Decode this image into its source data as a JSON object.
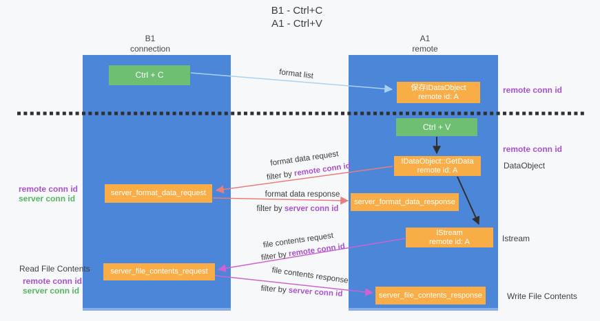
{
  "title": {
    "line1": "B1 - Ctrl+C",
    "line2": "A1 - Ctrl+V"
  },
  "lanes": {
    "left": {
      "name": "B1",
      "role": "connection"
    },
    "right": {
      "name": "A1",
      "role": "remote"
    }
  },
  "nodes": {
    "ctrl_c": "Ctrl + C",
    "ctrl_v": "Ctrl + V",
    "save_dataobject": {
      "title": "保存IDataObject",
      "subtitle": "remote id: A"
    },
    "getdata": {
      "title": "IDataObject::GetData",
      "subtitle": "remote id: A"
    },
    "istream": {
      "title": "IStream",
      "subtitle": "remote id: A"
    },
    "server_format_data_request": "server_format_data_request",
    "server_format_data_response": "server_format_data_response",
    "server_file_contents_request": "server_file_contents_request",
    "server_file_contents_response": "server_file_contents_response"
  },
  "flow_labels": {
    "format_list": "format list",
    "format_data_request": "format data request",
    "format_data_response": "format data response",
    "file_contents_request": "file contents request",
    "file_contents_response": "file contents response",
    "filter_prefix": "filter by ",
    "remote_conn_id": "remote conn id",
    "server_conn_id": "server conn id"
  },
  "annotations": {
    "right_remote_conn_id_1": "remote conn id",
    "right_remote_conn_id_2": "remote conn id",
    "dataobject": "DataObject",
    "istream": "Istream",
    "write_file_contents": "Write File Contents",
    "read_file_contents": "Read File Contents",
    "left_remote_conn_id_1": "remote conn id",
    "left_server_conn_id_1": "server conn id",
    "left_remote_conn_id_2": "remote conn id",
    "left_server_conn_id_2": "server conn id"
  },
  "colors": {
    "background": "#f7f8f9",
    "lane_blue": "#4c86d9",
    "lane_bottom_edge": "#88ade6",
    "node_orange": "#f8ad46",
    "node_green": "#6ebf72",
    "node_text": "#ffffff",
    "text_dark": "#3d3d3d",
    "purple": "#a852cc",
    "green_text": "#57b561",
    "arrow_lightblue": "#a9d2f1",
    "arrow_salmon": "#e87d7d",
    "arrow_magenta": "#ce62d2",
    "arrow_black": "#2f2f2f",
    "dashed_divider": "#2f2f2f"
  }
}
